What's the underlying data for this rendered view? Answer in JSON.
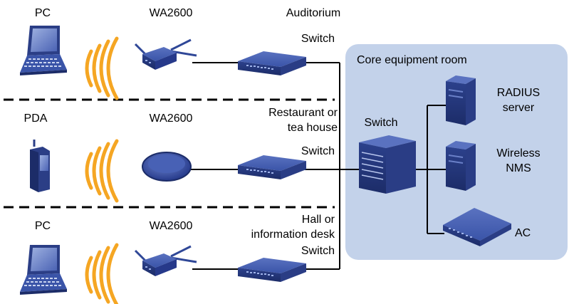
{
  "labels": {
    "pc_top": "PC",
    "wa_top": "WA2600",
    "auditorium": "Auditorium",
    "switch_top": "Switch",
    "pda": "PDA",
    "wa_mid": "WA2600",
    "restaurant_line1": "Restaurant or",
    "restaurant_line2": "tea house",
    "switch_mid": "Switch",
    "pc_bottom": "PC",
    "wa_bottom": "WA2600",
    "hall_line1": "Hall or",
    "hall_line2": "information desk",
    "switch_bottom": "Switch",
    "core_room": "Core equipment room",
    "core_switch": "Switch",
    "radius_line1": "RADIUS",
    "radius_line2": "server",
    "nms_line1": "Wireless",
    "nms_line2": "NMS",
    "ac": "AC"
  },
  "colors": {
    "core_room_bg": "#c3d2ea",
    "device_blue": "#2f4797",
    "device_dark": "#1e2d6b",
    "signal_orange": "#f5a623",
    "line": "#000000"
  },
  "icons": [
    "laptop-icon",
    "pda-icon",
    "access-point-icon",
    "ceiling-ap-icon",
    "switch-icon",
    "core-switch-icon",
    "server-icon",
    "access-controller-icon",
    "wireless-signal-icon"
  ]
}
